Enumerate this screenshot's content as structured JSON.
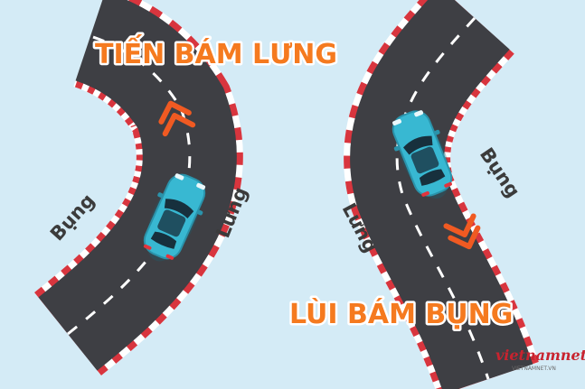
{
  "left_scene": {
    "title": "TIẾN BÁM LƯNG",
    "outer_label": "Lưng",
    "inner_label": "Bụng",
    "direction": "forward"
  },
  "right_scene": {
    "title": "LÙI BÁM BỤNG",
    "outer_label": "Lưng",
    "inner_label": "Bụng",
    "direction": "reverse"
  },
  "watermark": {
    "brand": "vietnamnet",
    "domain": "VIETNAMNET.VN"
  },
  "colors": {
    "background": "#d4ebf6",
    "road": "#3e3f44",
    "lane_line": "#ffffff",
    "curb_red": "#d8353e",
    "curb_white": "#ffffff",
    "car_body": "#33b5cf",
    "title_orange": "#f57a1f",
    "chevron": "#f05a22",
    "label": "#3b3b3b"
  }
}
